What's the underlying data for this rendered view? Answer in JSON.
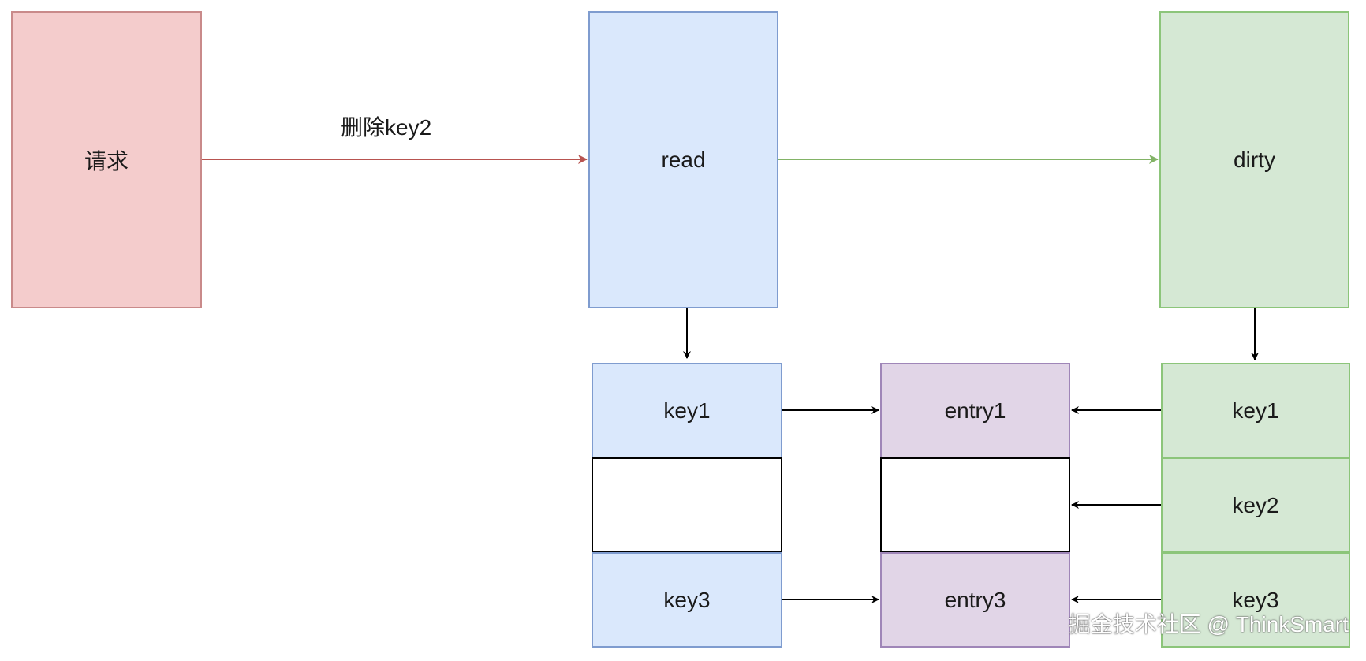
{
  "nodes": {
    "request": "请求",
    "read": "read",
    "dirty": "dirty",
    "read_key1": "key1",
    "read_key3": "key3",
    "entry1": "entry1",
    "entry3": "entry3",
    "dirty_key1": "key1",
    "dirty_key2": "key2",
    "dirty_key3": "key3"
  },
  "edge_labels": {
    "delete_key2": "删除key2"
  },
  "watermark": "掘金技术社区 @ ThinkSmart",
  "colors": {
    "request_fill": "#f4cccc",
    "read_fill": "#dae8fc",
    "dirty_fill": "#d5e8d4",
    "entry_fill": "#e1d5e7",
    "red_arrow": "#b85450",
    "green_arrow": "#82b366"
  }
}
